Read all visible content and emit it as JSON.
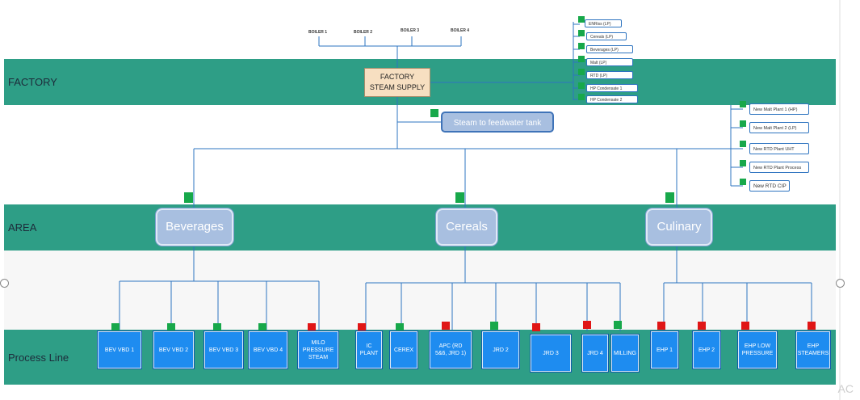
{
  "lanes": {
    "factory": "FACTORY",
    "area": "AREA",
    "process": "Process Line"
  },
  "boilers": [
    "BOILER 1",
    "BOILER 2",
    "BOILER 3",
    "BOILER 4"
  ],
  "factory_node": {
    "line1": "FACTORY",
    "line2": "STEAM SUPPLY"
  },
  "utility_outputs": [
    "ENRiss (LP)",
    "Cereals (LP)",
    "Beverages (LP)",
    "Malt (LP)",
    "RTD (LP)",
    "HP Condensate 1",
    "HP Condensate 2"
  ],
  "feedwater": "Steam to feedwater tank",
  "new_plants": [
    "New Malt Plant 1 (HP)",
    "New Malt Plant 2 (LP)",
    "New RTD Plant UHT",
    "New RTD Plant Process",
    "New RTD CIP"
  ],
  "areas": [
    "Beverages",
    "Cereals",
    "Culinary"
  ],
  "process_lines": {
    "beverages": [
      "BEV VBD 1",
      "BEV VBD 2",
      "BEV VBD 3",
      "BEV VBD 4",
      "MILO PRESSURE STEAM"
    ],
    "cereals": [
      "IC PLANT",
      "CEREX",
      "APC (RD 5&6, JRD 1)",
      "JRD 2",
      "JRD 3",
      "JRD 4",
      "MILLING"
    ],
    "culinary": [
      "EHP 1",
      "EHP 2",
      "EHP LOW PRESSURE",
      "EHP STEAMERS"
    ]
  },
  "watermark": "AC",
  "colors": {
    "band": "#2e9e86",
    "status_ok": "#17a84a",
    "status_alarm": "#e01616",
    "process_box": "#1e8cf0",
    "area_box": "#a8bfe0"
  }
}
